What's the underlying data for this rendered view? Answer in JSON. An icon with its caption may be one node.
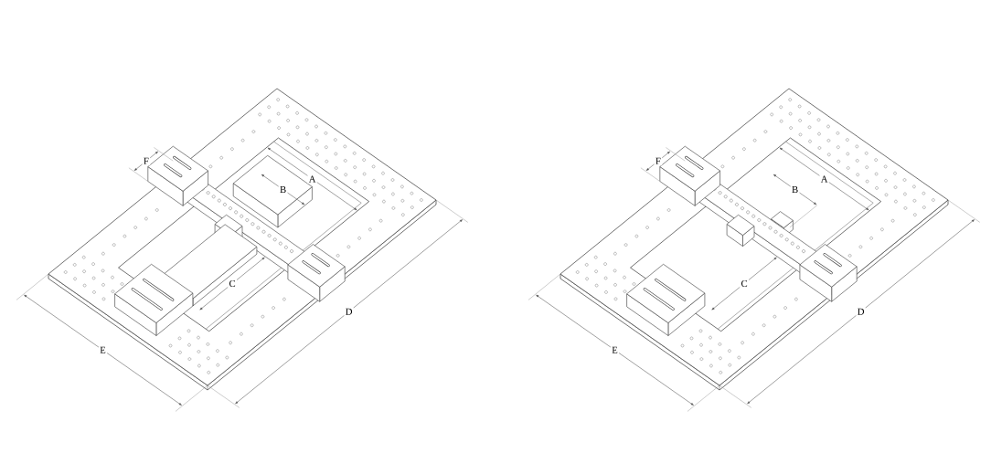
{
  "diagram": {
    "labels": [
      "F",
      "A",
      "B",
      "C",
      "D",
      "E",
      "F",
      "A",
      "B",
      "C",
      "D",
      "E"
    ]
  }
}
